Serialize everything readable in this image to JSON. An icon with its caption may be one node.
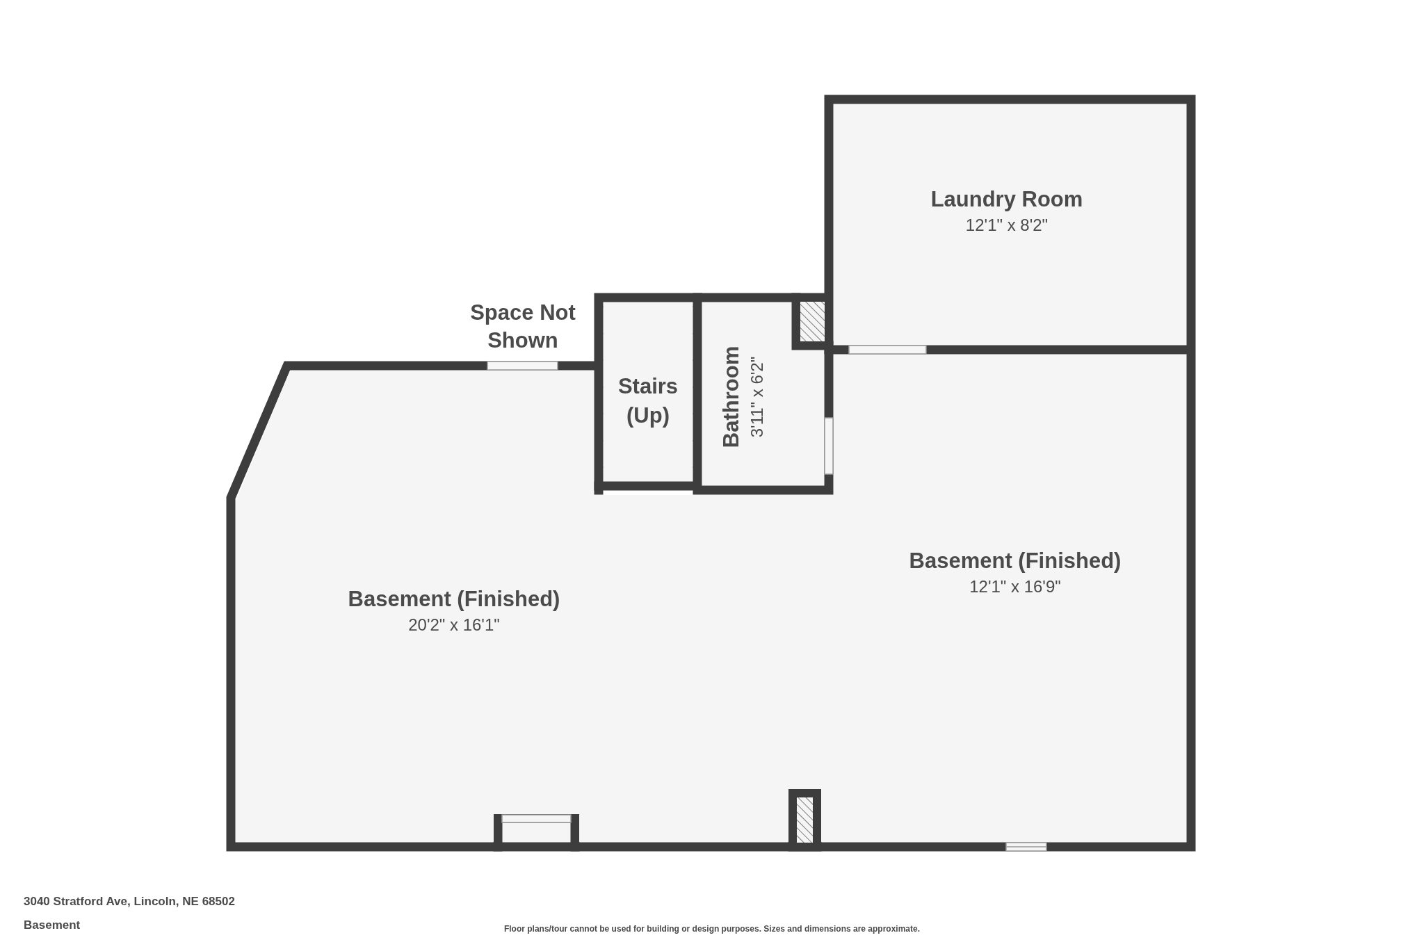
{
  "diagram": {
    "nodes": [
      {
        "text": [
          "Laundry Room",
          "12'1\" x 8'2\""
        ]
      },
      {
        "text": [
          "Stairs (Up)"
        ]
      },
      {
        "text": [
          "Bathroom",
          "3'11\" x 6'2\""
        ]
      },
      {
        "text": [
          "Basement (Finished)",
          "20'2\" x 16'1\""
        ]
      },
      {
        "text": [
          "Basement (Finished)",
          "12'1\" x 16'9\""
        ]
      }
    ],
    "labels": [
      "Space Not Shown",
      "3040 Stratford Ave, Lincoln, NE 68502",
      "Basement",
      "Floor plans/tour cannot be used for building or design purposes. Sizes and dimensions are approximate."
    ]
  }
}
